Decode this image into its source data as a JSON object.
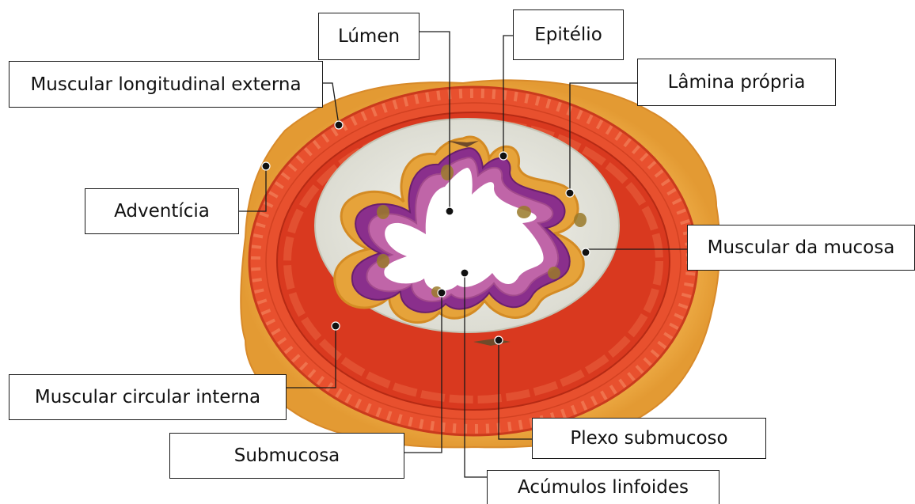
{
  "labels": {
    "lumen": "Lúmen",
    "epitelio": "Epitélio",
    "muscular_longitudinal_externa": "Muscular longitudinal externa",
    "lamina_propria": "Lâmina própria",
    "adventicia": "Adventícia",
    "muscular_da_mucosa": "Muscular da mucosa",
    "muscular_circular_interna": "Muscular circular interna",
    "submucosa": "Submucosa",
    "plexo_submucoso": "Plexo submucoso",
    "acumulos_linfoides": "Acúmulos linfoides"
  }
}
